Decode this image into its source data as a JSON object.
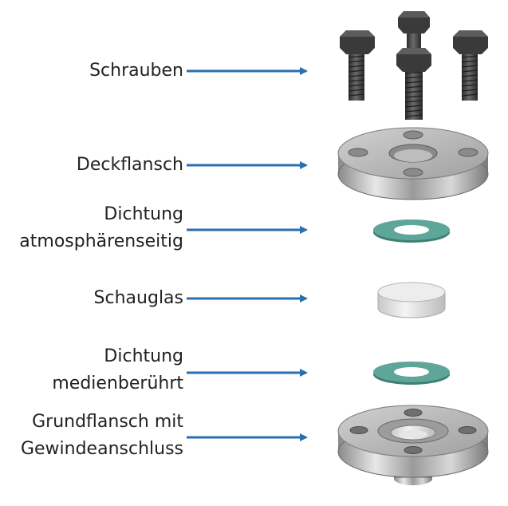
{
  "colors": {
    "arrow": "#2a6fb0",
    "text": "#222222",
    "steel_light": "#e4e4e4",
    "steel_mid": "#a8a8a8",
    "steel_dark": "#6a6a6a",
    "bolt": "#3a3a3a",
    "gasket": "#5fa69a",
    "glass": "#dcdcdc"
  },
  "labels": [
    {
      "id": "schrauben",
      "lines": [
        "Schrauben"
      ]
    },
    {
      "id": "deckflansch",
      "lines": [
        "Deckflansch"
      ]
    },
    {
      "id": "dichtung-atmo",
      "lines": [
        "Dichtung",
        "atmosphärenseitig"
      ]
    },
    {
      "id": "schauglas",
      "lines": [
        "Schauglas"
      ]
    },
    {
      "id": "dichtung-medien",
      "lines": [
        "Dichtung",
        "medienberührt"
      ]
    },
    {
      "id": "grundflansch",
      "lines": [
        "Grundflansch mit",
        "Gewindeanschluss"
      ]
    }
  ],
  "parts": [
    "bolts-icon",
    "cover-flange-icon",
    "gasket-atmospheric-icon",
    "sight-glass-icon",
    "gasket-media-icon",
    "base-flange-icon"
  ]
}
